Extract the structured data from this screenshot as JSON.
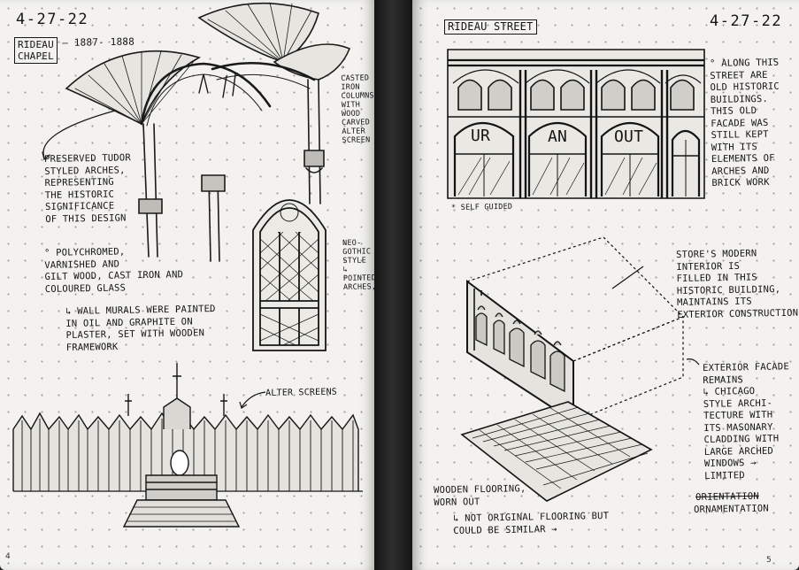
{
  "left_page": {
    "date": "4-27-22",
    "location_label": "RIDEAU\nCHAPEL",
    "years": "— 1887- 1888",
    "note_arches": "PRESERVED TUDOR\nSTYLED ARCHES,\nREPRESENTING\nTHE HISTORIC\nSIGNIFICANCE\nOF THIS DESIGN",
    "note_columns": "° CASTED\nIRON\nCOLUMNS\nWITH WOOD\nCARVED\nALTER\nSCREEN",
    "note_materials": "° POLYCHROMED,\nVARNISHED AND\nGILT WOOD, CAST IRON AND\nCOLOURED GLASS",
    "note_murals": "↳ WALL MURALS WERE PAINTED\nIN OIL AND GRAPHITE ON\nPLASTER, SET WITH WOODEN\nFRAMEWORK",
    "note_gothic": "NEO-\nGOTHIC\nSTYLE\n↳ POINTED\nARCHES,",
    "note_alter": "ALTER SCREENS",
    "page_number": "4"
  },
  "right_page": {
    "date": "4-27-22",
    "street_label": "RIDEAU STREET",
    "storefront_letters": [
      "UR",
      "AN",
      "OUT"
    ],
    "note_facade": "° ALONG THIS\nSTREET ARE\nOLD HISTORIC\nBUILDINGS.\nTHIS OLD\nFACADE WAS\nSTILL KEPT\nWITH ITS\nELEMENTS OF\nARCHES AND\nBRICK WORK",
    "self_guided": "* SELF GUIDED",
    "note_interior": "STORE'S MODERN\nINTERIOR IS\nFILLED IN THIS\nHISTORIC BUILDING,\nMAINTAINS ITS\nEXTERIOR CONSTRUCTION",
    "note_exterior": "EXTERIOR FACADE\nREMAINS\n↳ CHICAGO\nSTYLE ARCHI-\nTECTURE WITH\nITS MASONARY\nCLADDING WITH\nLARGE ARCHED\nWINDOWS → LIMITED",
    "note_orientation_struck": "ORIENTATION",
    "note_ornamentation": "ORNAMENTATION",
    "note_flooring": "WOODEN FLOORING,\nWORN OUT",
    "note_flooring_sub": "↳ NOT ORIGINAL FLOORING BUT\nCOULD BE SIMILAR →",
    "page_number": "5"
  }
}
